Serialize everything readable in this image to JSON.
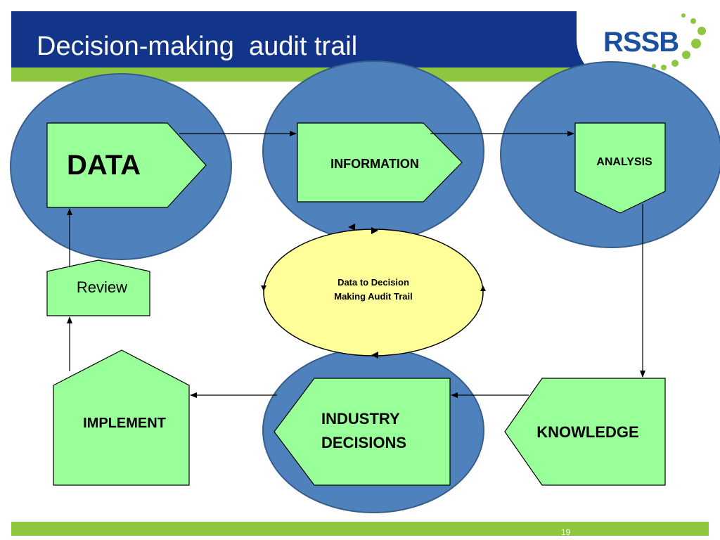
{
  "slide": {
    "title": "Decision-making  audit trail",
    "page_number": "19"
  },
  "logo": {
    "text": "RSSB"
  },
  "colors": {
    "header_blue": "#12358a",
    "band_green": "#8dc63f",
    "circle_blue": "#4f81bd",
    "box_green": "#99ff99",
    "center_yellow": "#ffff99",
    "logo_blue": "#1b4fa0"
  },
  "nodes": {
    "data": "DATA",
    "information": "INFORMATION",
    "analysis": "ANALYSIS",
    "knowledge": "KNOWLEDGE",
    "industry_decisions_line1": "INDUSTRY",
    "industry_decisions_line2": "DECISIONS",
    "implement": "IMPLEMENT",
    "review": "Review"
  },
  "center": {
    "line1": "Data to Decision",
    "line2": "Making Audit Trail"
  }
}
